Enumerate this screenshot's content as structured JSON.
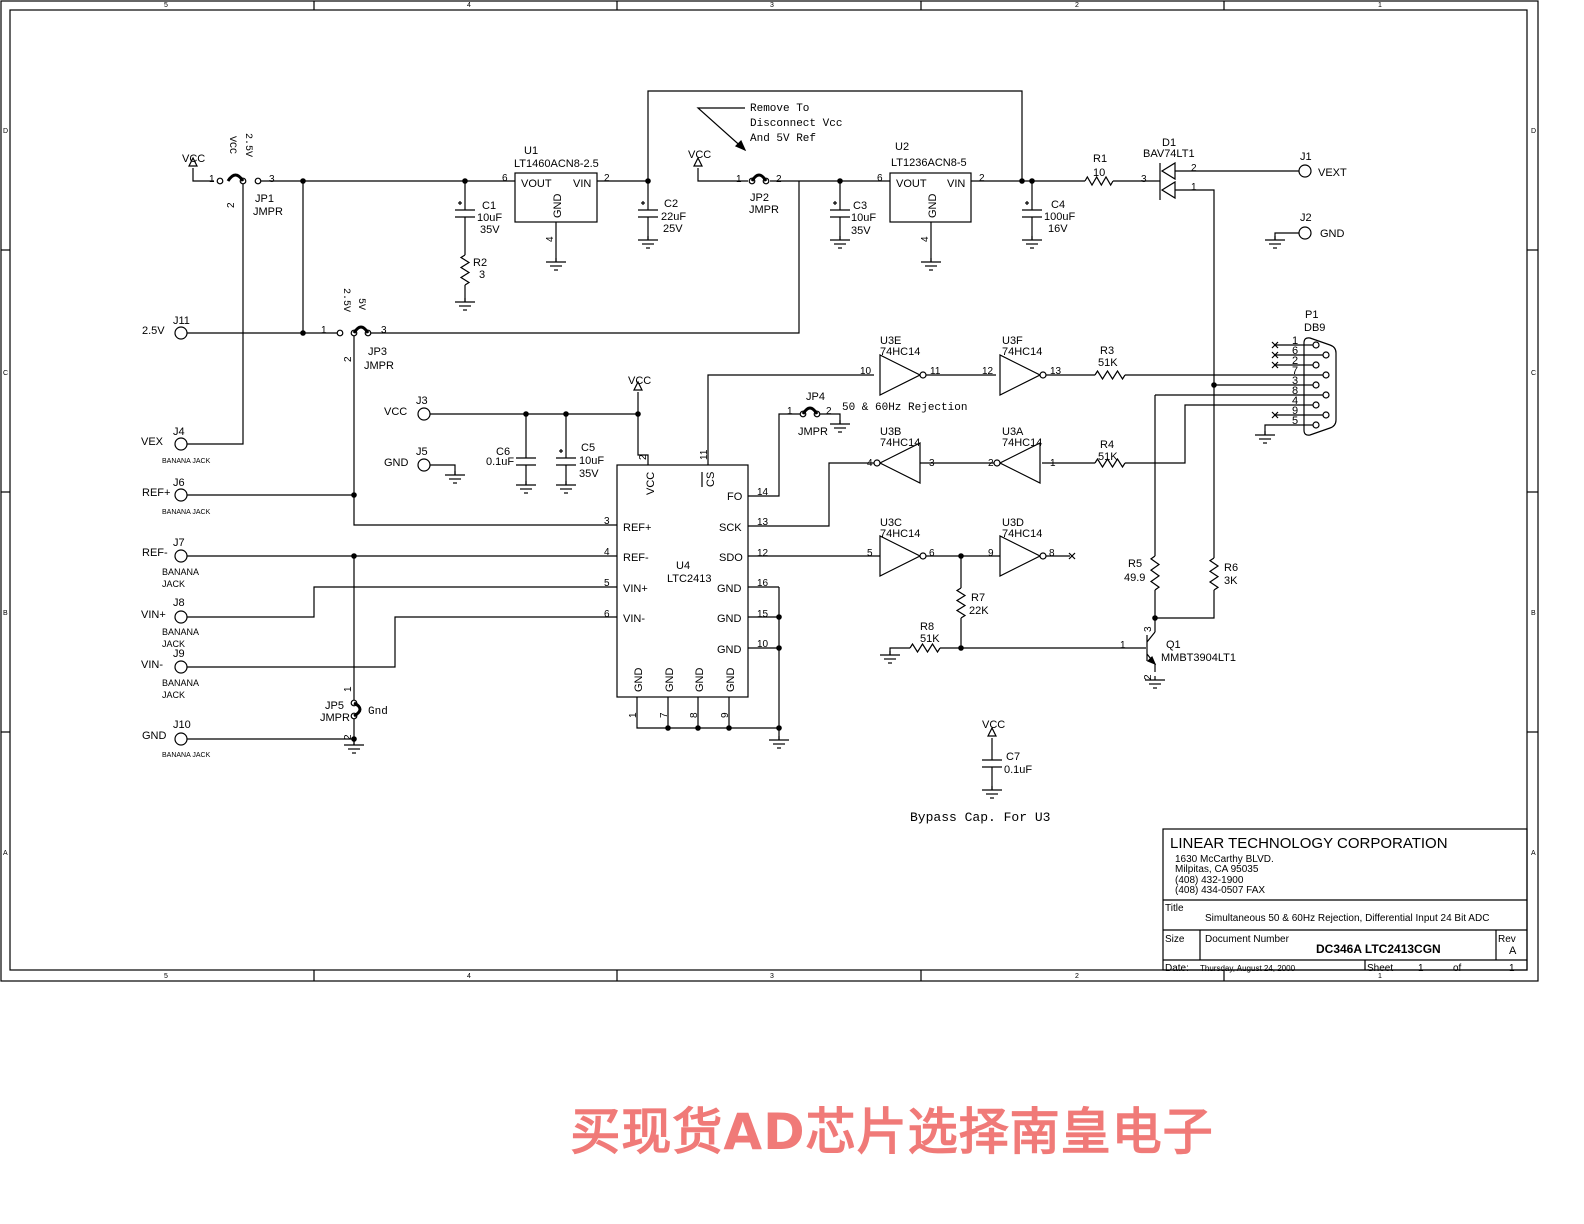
{
  "zones": {
    "top": [
      "5",
      "4",
      "3",
      "2",
      "1"
    ],
    "side": [
      "D",
      "C",
      "B",
      "A"
    ]
  },
  "title_block": {
    "company": "LINEAR TECHNOLOGY CORPORATION",
    "address1": "1630 McCarthy BLVD.",
    "address2": "Milpitas, CA  95035",
    "phone": "(408) 432-1900",
    "fax": "(408) 434-0507 FAX",
    "title_label": "Title",
    "title": "Simultaneous 50 & 60Hz Rejection, Differential Input 24 Bit ADC",
    "size_label": "Size",
    "docnum_label": "Document Number",
    "docnum": "DC346A  LTC2413CGN",
    "rev_label": "Rev",
    "rev": "A",
    "date_label": "Date:",
    "date": "Thursday, August 24, 2000",
    "sheet_label": "Sheet",
    "sheet": "1",
    "of_label": "of",
    "sheets": "1"
  },
  "labels": {
    "vcc1": "VCC",
    "jp1_vcc": "VCC",
    "jp1_25": "2.5V",
    "jp1_p1": "1",
    "jp1_p3": "3",
    "jp1_p2": "2",
    "jp1_ref": "JP1",
    "jp1_type": "JMPR",
    "u1_ref": "U1",
    "u1_part": "LT1460ACN8-2.5",
    "u1_p6": "6",
    "u1_p2": "2",
    "u1_vout": "VOUT",
    "u1_vin": "VIN",
    "u1_gnd": "GND",
    "u1_p4": "4",
    "c1_ref": "C1",
    "c1_val": "10uF",
    "c1_v": "35V",
    "r2_ref": "R2",
    "r2_val": "3",
    "c2_ref": "C2",
    "c2_val": "22uF",
    "c2_v": "25V",
    "note1": "Remove To",
    "note2": "Disconnect Vcc",
    "note3": "And 5V Ref",
    "vcc2": "VCC",
    "jp2_p1": "1",
    "jp2_p2": "2",
    "jp2_ref": "JP2",
    "jp2_type": "JMPR",
    "u2_ref": "U2",
    "u2_part": "LT1236ACN8-5",
    "u2_p6": "6",
    "u2_p2": "2",
    "u2_vout": "VOUT",
    "u2_vin": "VIN",
    "u2_gnd": "GND",
    "u2_p4": "4",
    "c3_ref": "C3",
    "c3_val": "10uF",
    "c3_v": "35V",
    "c4_ref": "C4",
    "c4_val": "100uF",
    "c4_v": "16V",
    "r1_ref": "R1",
    "r1_val": "10",
    "d1_ref": "D1",
    "d1_part": "BAV74LT1",
    "d1_p3": "3",
    "d1_p2": "2",
    "d1_p1": "1",
    "j1_ref": "J1",
    "j1_name": "VEXT",
    "j2_ref": "J2",
    "j2_name": "GND",
    "p1_ref": "P1",
    "p1_part": "DB9",
    "p1_1": "1",
    "p1_6": "6",
    "p1_2": "2",
    "p1_7": "7",
    "p1_3": "3",
    "p1_8": "8",
    "p1_4": "4",
    "p1_9": "9",
    "p1_5": "5",
    "j11_ref": "J11",
    "j11_name": "2.5V",
    "jp3_25": "2.5V",
    "jp3_5": "5V",
    "jp3_p1": "1",
    "jp3_p3": "3",
    "jp3_p2": "2",
    "jp3_ref": "JP3",
    "jp3_type": "JMPR",
    "j4_ref": "J4",
    "j4_name": "VEX",
    "j4_type": "BANANA JACK",
    "j3_ref": "J3",
    "j3_name": "VCC",
    "j5_ref": "J5",
    "j5_name": "GND",
    "vcc3": "VCC",
    "c6_ref": "C6",
    "c6_val": "0.1uF",
    "c5_ref": "C5",
    "c5_val": "10uF",
    "c5_v": "35V",
    "j6_ref": "J6",
    "j6_name": "REF+",
    "j6_type": "BANANA JACK",
    "j7_ref": "J7",
    "j7_name": "REF-",
    "j7_type1": "BANANA",
    "j7_type2": "JACK",
    "j8_ref": "J8",
    "j8_name": "VIN+",
    "j8_type1": "BANANA",
    "j8_type2": "JACK",
    "j9_ref": "J9",
    "j9_name": "VIN-",
    "j9_type1": "BANANA",
    "j9_type2": "JACK",
    "j10_ref": "J10",
    "j10_name": "GND",
    "j10_type": "BANANA JACK",
    "jp5_ref": "JP5",
    "jp5_type": "JMPR",
    "jp5_gnd": "Gnd",
    "jp5_p1": "1",
    "jp5_p2": "2",
    "u4_ref": "U4",
    "u4_part": "LTC2413",
    "u4_vcc": "VCC",
    "u4_cs": "CS",
    "u4_p2": "2",
    "u4_p11": "11",
    "u4_refp": "REF+",
    "u4_refm": "REF-",
    "u4_vinp": "VIN+",
    "u4_vinm": "VIN-",
    "u4_fo": "FO",
    "u4_sck": "SCK",
    "u4_sdo": "SDO",
    "u4_gnd16": "GND",
    "u4_gnd15": "GND",
    "u4_gnd10": "GND",
    "u4_p3": "3",
    "u4_p4": "4",
    "u4_p5": "5",
    "u4_p6": "6",
    "u4_p14": "14",
    "u4_p13": "13",
    "u4_p12": "12",
    "u4_p16": "16",
    "u4_p15": "15",
    "u4_p10": "10",
    "u4_gnd1": "GND",
    "u4_gnd7": "GND",
    "u4_gnd8": "GND",
    "u4_gnd9": "GND",
    "u4_p1": "1",
    "u4_p7": "7",
    "u4_p8": "8",
    "u4_p9": "9",
    "jp4_ref": "JP4",
    "jp4_type": "JMPR",
    "jp4_p1": "1",
    "jp4_p2": "2",
    "jp4_note": "50 & 60Hz Rejection",
    "u3e_ref": "U3E",
    "u3e_part": "74HC14",
    "u3e_in": "10",
    "u3e_out": "11",
    "u3f_ref": "U3F",
    "u3f_part": "74HC14",
    "u3f_in": "12",
    "u3f_out": "13",
    "r3_ref": "R3",
    "r3_val": "51K",
    "u3b_ref": "U3B",
    "u3b_part": "74HC14",
    "u3b_out": "4",
    "u3b_in": "3",
    "u3a_ref": "U3A",
    "u3a_part": "74HC14",
    "u3a_out": "2",
    "u3a_in": "1",
    "r4_ref": "R4",
    "r4_val": "51K",
    "u3c_ref": "U3C",
    "u3c_part": "74HC14",
    "u3c_in": "5",
    "u3c_out": "6",
    "u3d_ref": "U3D",
    "u3d_part": "74HC14",
    "u3d_in": "9",
    "u3d_out": "8",
    "r7_ref": "R7",
    "r7_val": "22K",
    "r8_ref": "R8",
    "r8_val": "51K",
    "r5_ref": "R5",
    "r5_val": "49.9",
    "r6_ref": "R6",
    "r6_val": "3K",
    "q1_ref": "Q1",
    "q1_part": "MMBT3904LT1",
    "q1_p1": "1",
    "q1_p3": "3",
    "q1_p2": "2",
    "vcc4": "VCC",
    "c7_ref": "C7",
    "c7_val": "0.1uF",
    "bypass_note": "Bypass Cap.  For U3"
  },
  "watermark": "买现货AD芯片选择南皇电子",
  "colors": {
    "ink": "#000000",
    "watermark": "#f07a78"
  }
}
